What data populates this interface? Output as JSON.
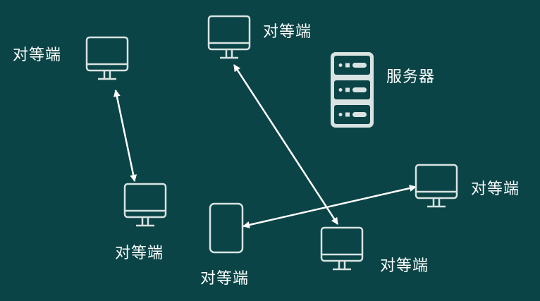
{
  "colors": {
    "background": "#0b4446",
    "stroke": "#d8e3e2",
    "arrow": "#ffffff"
  },
  "nodes": {
    "peer_top_left": {
      "label": "对等端",
      "icon": "monitor-icon"
    },
    "peer_top_center": {
      "label": "对等端",
      "icon": "monitor-icon"
    },
    "server": {
      "label": "服务器",
      "icon": "server-rack-icon"
    },
    "peer_mid_left": {
      "label": "对等端",
      "icon": "monitor-icon"
    },
    "peer_right": {
      "label": "对等端",
      "icon": "monitor-icon"
    },
    "peer_phone": {
      "label": "对等端",
      "icon": "phone-icon"
    },
    "peer_bottom_center": {
      "label": "对等端",
      "icon": "monitor-icon"
    }
  },
  "connections": [
    {
      "from": "peer_top_left",
      "to": "peer_mid_left",
      "type": "bidirectional"
    },
    {
      "from": "peer_top_center",
      "to": "peer_bottom_center",
      "type": "bidirectional"
    },
    {
      "from": "peer_phone",
      "to": "peer_right",
      "type": "bidirectional"
    }
  ]
}
